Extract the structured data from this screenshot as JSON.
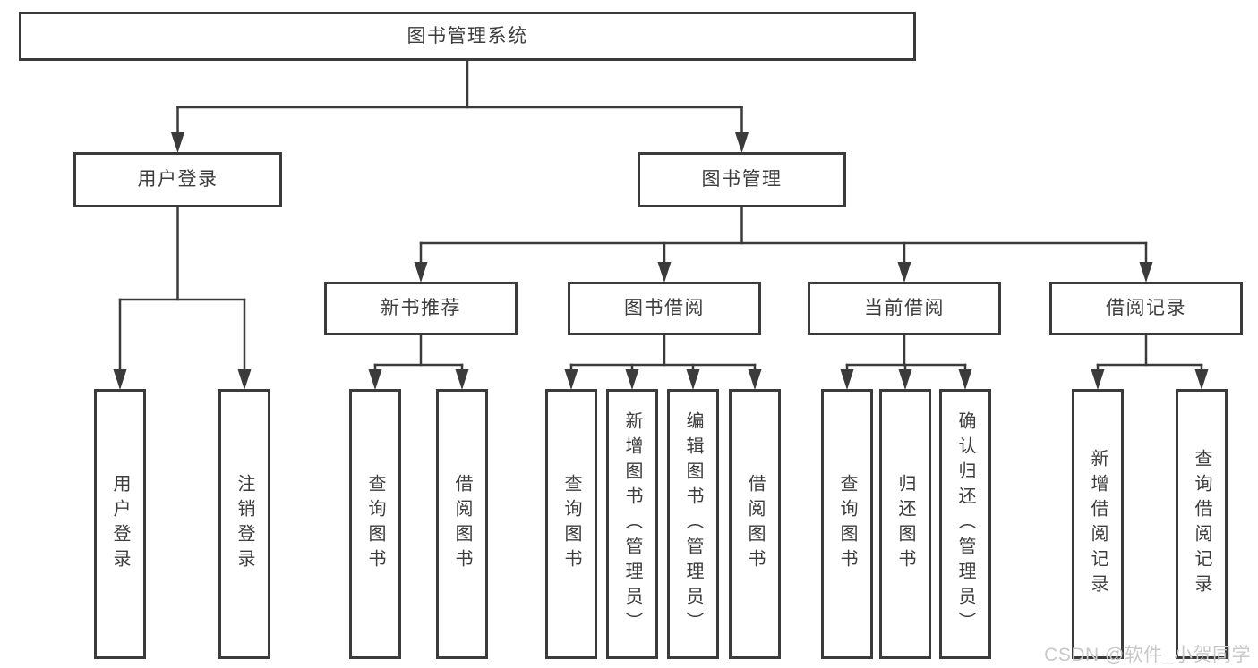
{
  "colors": {
    "line": "#3b3b3b",
    "text": "#3d3d3d",
    "box_bg": "#ffffff",
    "watermark": "#c8c8c8"
  },
  "watermark": {
    "text": "CSDN @软件_小贺同学"
  },
  "nodes": [
    {
      "id": "system",
      "label": "图书管理系统",
      "parent": null,
      "vertical": false
    },
    {
      "id": "user-login",
      "label": "用户登录",
      "parent": "system",
      "vertical": false
    },
    {
      "id": "book-mgmt",
      "label": "图书管理",
      "parent": "system",
      "vertical": false
    },
    {
      "id": "new-book-rec",
      "label": "新书推荐",
      "parent": "book-mgmt",
      "vertical": false
    },
    {
      "id": "book-borrow",
      "label": "图书借阅",
      "parent": "book-mgmt",
      "vertical": false
    },
    {
      "id": "current-borrow",
      "label": "当前借阅",
      "parent": "book-mgmt",
      "vertical": false
    },
    {
      "id": "borrow-records",
      "label": "借阅记录",
      "parent": "book-mgmt",
      "vertical": false
    },
    {
      "id": "login",
      "label": "用户登录",
      "parent": "user-login",
      "vertical": true
    },
    {
      "id": "logout",
      "label": "注销登录",
      "parent": "user-login",
      "vertical": true
    },
    {
      "id": "nbr-query",
      "label": "查询图书",
      "parent": "new-book-rec",
      "vertical": true
    },
    {
      "id": "nbr-borrow",
      "label": "借阅图书",
      "parent": "new-book-rec",
      "vertical": true
    },
    {
      "id": "bb-query",
      "label": "查询图书",
      "parent": "book-borrow",
      "vertical": true
    },
    {
      "id": "bb-add",
      "label": "新增图书（管理员）",
      "parent": "book-borrow",
      "vertical": true
    },
    {
      "id": "bb-edit",
      "label": "编辑图书（管理员）",
      "parent": "book-borrow",
      "vertical": true
    },
    {
      "id": "bb-borrow",
      "label": "借阅图书",
      "parent": "book-borrow",
      "vertical": true
    },
    {
      "id": "cb-query",
      "label": "查询图书",
      "parent": "current-borrow",
      "vertical": true
    },
    {
      "id": "cb-return",
      "label": "归还图书",
      "parent": "current-borrow",
      "vertical": true
    },
    {
      "id": "cb-confirm",
      "label": "确认归还（管理员）",
      "parent": "current-borrow",
      "vertical": true
    },
    {
      "id": "br-add",
      "label": "新增借阅记录",
      "parent": "borrow-records",
      "vertical": true
    },
    {
      "id": "br-query",
      "label": "查询借阅记录",
      "parent": "borrow-records",
      "vertical": true
    }
  ]
}
